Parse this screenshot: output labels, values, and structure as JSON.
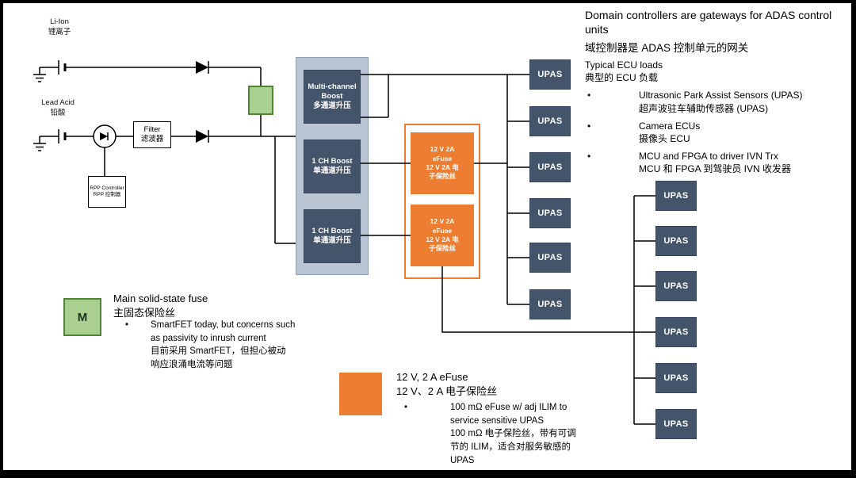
{
  "chars": {
    "bullet": "•"
  },
  "colors": {
    "dark_box": "#44546a",
    "panel_fill": "#bac5d3",
    "orange": "#ed7d31",
    "green_fuse": "#a9d08e",
    "line": "#000000"
  },
  "header": {
    "title_en": "Domain controllers are gateways for ADAS control units",
    "title_zh": "域控制器是 ADAS 控制单元的网关"
  },
  "ecu_loads": {
    "heading_en": "Typical ECU loads",
    "heading_zh": "典型的 ECU 负载",
    "items": [
      {
        "en": "Ultrasonic Park Assist Sensors (UPAS)",
        "zh": "超声波驻车辅助传感器 (UPAS)"
      },
      {
        "en": "Camera ECUs",
        "zh": "摄像头 ECU"
      },
      {
        "en": "MCU and FPGA to driver IVN Trx",
        "zh": "MCU 和 FPGA 到驾驶员 IVN 收发器"
      }
    ]
  },
  "diagram": {
    "liion": {
      "en": "Li-Ion",
      "zh": "锂离子"
    },
    "lead_acid": {
      "en": "Lead Acid",
      "zh": "铅酸"
    },
    "filter": {
      "en": "Filter",
      "zh": "滤波器"
    },
    "rpp": {
      "en": "RPP Controller",
      "zh": "RPP 控制器"
    },
    "boost_boxes": [
      {
        "en": "Multi-channel Boost",
        "zh": "多通道升压"
      },
      {
        "en": "1 CH Boost",
        "zh": "单通道升压"
      },
      {
        "en": "1 CH Boost",
        "zh": "单通道升压"
      }
    ],
    "efuse_boxes": [
      {
        "text": "12 V 2A\neFuse\n12 V 2A 电\n子保险丝"
      },
      {
        "text": "12 V 2A\neFuse\n12 V 2A 电\n子保险丝"
      }
    ],
    "upas_label": "UPAS"
  },
  "legend_fuse": {
    "symbol": "M",
    "title_en": "Main solid-state fuse",
    "title_zh": "主固态保险丝",
    "bullet": "SmartFET today, but concerns such\nas passivity to inrush current\n目前采用 SmartFET，但担心被动\n响应浪涌电流等问题"
  },
  "legend_efuse": {
    "title_en": "12 V, 2 A eFuse",
    "title_zh": "12 V、2 A 电子保险丝",
    "bullet": "100 mΩ eFuse w/ adj ILIM to\nservice sensitive UPAS\n100 mΩ 电子保险丝，带有可调\n节的 ILIM，适合对服务敏感的\nUPAS"
  }
}
